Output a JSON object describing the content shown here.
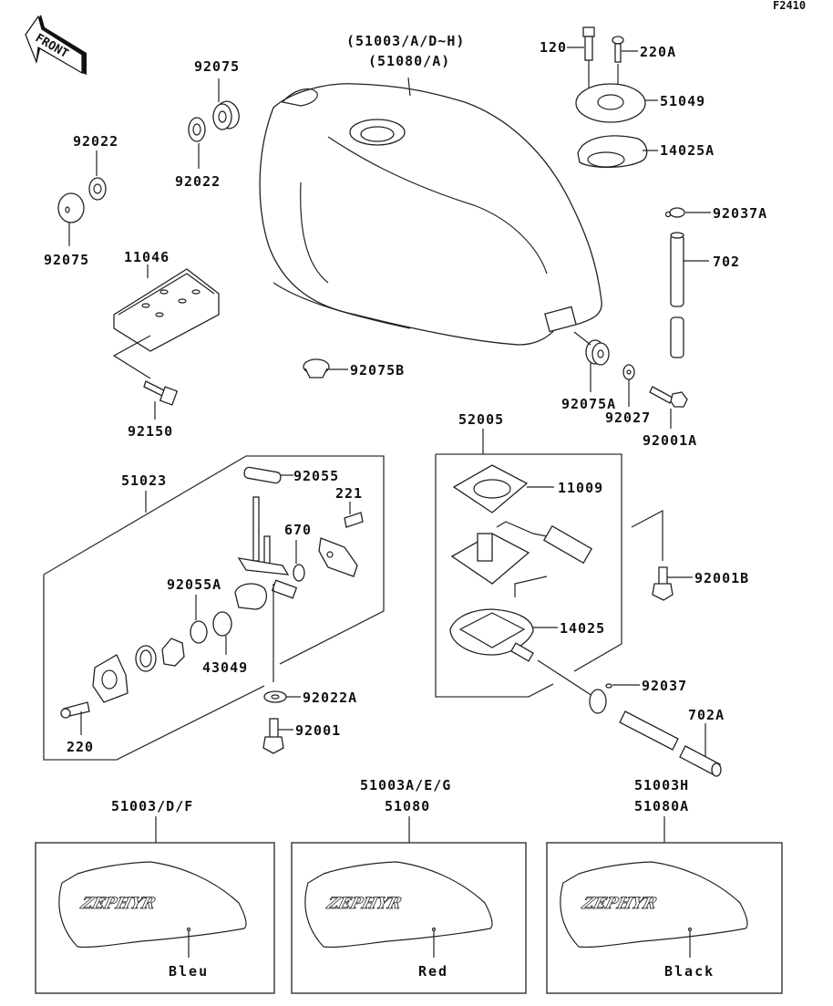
{
  "diagram": {
    "figure_code": "F2410",
    "front_arrow_label": "FRONT",
    "parts": {
      "tank": {
        "line1": "(51003/A/D~H)",
        "line2": "(51080/A)"
      },
      "rubber_left_top": "92075",
      "washer_left_top": "92022",
      "washer_far_left": "92022",
      "rubber_far_left": "92075",
      "bracket": "11046",
      "bolt_bracket": "92150",
      "cap_bolt": "120",
      "cap_screw": "220A",
      "cap_plate": "51049",
      "cap_gasket": "14025A",
      "clamp_top": "92037A",
      "hose_top": "702",
      "damper_bottom": "92075B",
      "damper_rear": "92075A",
      "collar": "92027",
      "bolt_rear": "92001A",
      "gauge_assy": "52005",
      "gauge_gasket": "11009",
      "gauge_bolt": "92001B",
      "gauge_filter": "14025",
      "clamp_bottom": "92037",
      "hose_bottom": "702A",
      "cock_assy": "51023",
      "cock_gasket": "92055",
      "cock_screw_small": "221",
      "cock_oring": "670",
      "cock_oring_a": "92055A",
      "cock_seal": "43049",
      "cock_washer": "92022A",
      "cock_bolt": "92001",
      "cock_screw": "220"
    },
    "variants": [
      {
        "part_line1": "51003/D/F",
        "part_line2": "",
        "logo": "ZEPHYR",
        "color": "Bleu"
      },
      {
        "part_line1": "51003A/E/G",
        "part_line2": "51080",
        "logo": "ZEPHYR",
        "color": "Red"
      },
      {
        "part_line1": "51003H",
        "part_line2": "51080A",
        "logo": "ZEPHYR",
        "color": "Black"
      }
    ]
  }
}
